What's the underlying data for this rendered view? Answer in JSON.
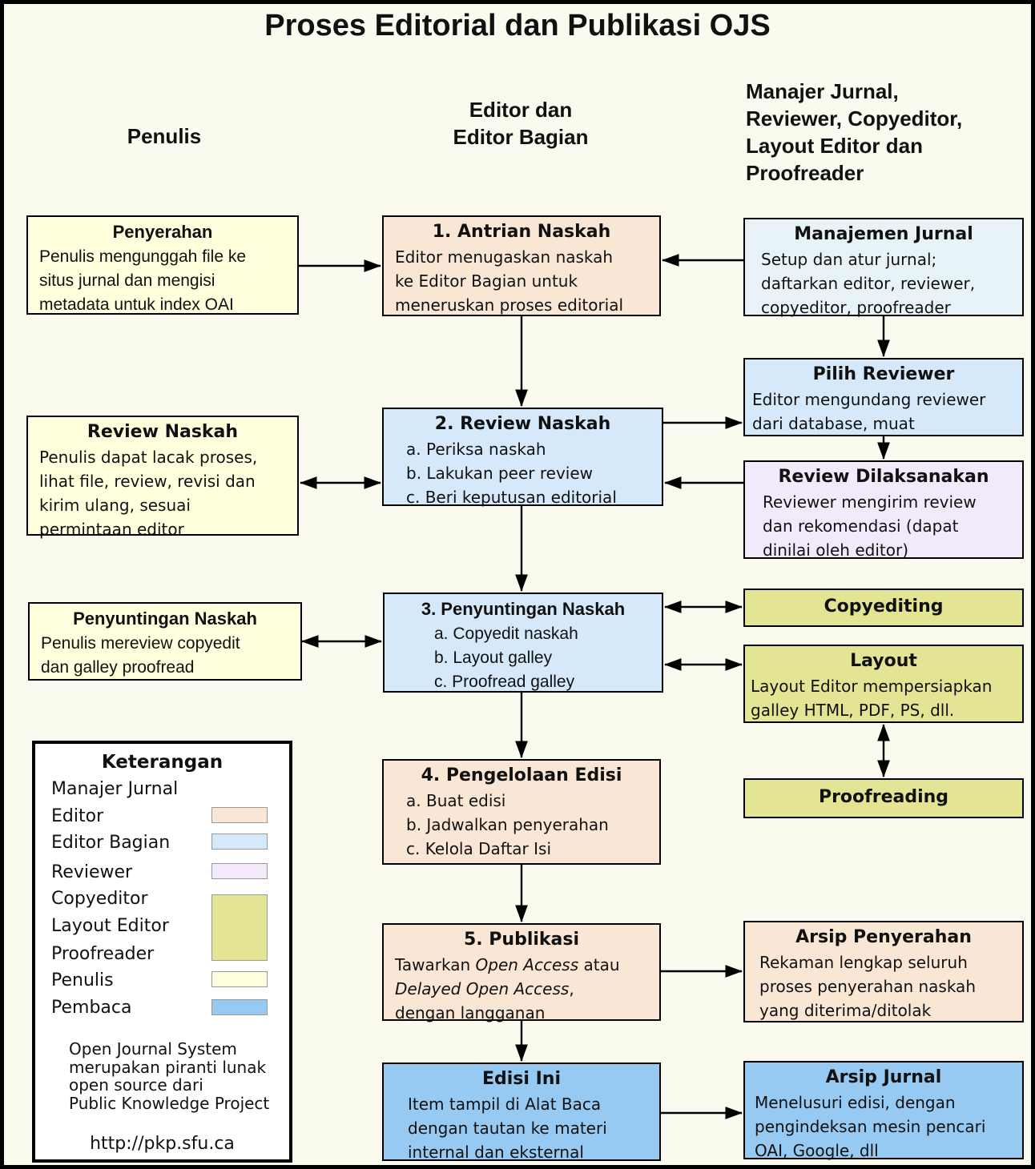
{
  "title": "Proses Editorial dan Publikasi OJS",
  "column_headers": {
    "penulis": "Penulis",
    "editor": "Editor dan\nEditor Bagian",
    "manajer": "Manajer Jurnal,\nReviewer, Copyeditor,\nLayout Editor dan\nProofreader"
  },
  "boxes": {
    "penyerahan": {
      "title": "Penyerahan",
      "body": "Penulis mengunggah file ke\nsitus jurnal dan mengisi\nmetadata untuk index OAI"
    },
    "review_naskah_penulis": {
      "title": "Review Naskah",
      "body": "Penulis dapat lacak proses,\nlihat file, review, revisi dan\nkirim ulang, sesuai\npermintaan editor"
    },
    "penyuntingan_naskah_penulis": {
      "title": "Penyuntingan Naskah",
      "body": "Penulis mereview copyedit\ndan galley proofread"
    },
    "antrian_naskah": {
      "title": "1. Antrian Naskah",
      "body": "Editor menugaskan naskah\nke Editor Bagian untuk\nmeneruskan proses editorial"
    },
    "review_naskah": {
      "title": "2. Review Naskah",
      "items": [
        "a. Periksa naskah",
        "b. Lakukan peer review",
        "c. Beri keputusan editorial"
      ]
    },
    "penyuntingan_naskah": {
      "title": "3. Penyuntingan Naskah",
      "items": [
        "a. Copyedit naskah",
        "b. Layout galley",
        "c. Proofread galley"
      ]
    },
    "pengelolaan_edisi": {
      "title": "4. Pengelolaan Edisi",
      "items": [
        "a. Buat edisi",
        "b. Jadwalkan penyerahan",
        "c. Kelola Daftar Isi"
      ]
    },
    "publikasi": {
      "title": "5. Publikasi",
      "body_parts": [
        {
          "text": "Tawarkan "
        },
        {
          "text": "Open Access",
          "italic": true
        },
        {
          "text": " atau\n"
        },
        {
          "text": "Delayed Open Access",
          "italic": true
        },
        {
          "text": ",\ndengan langganan"
        }
      ]
    },
    "edisi_ini": {
      "title": "Edisi Ini",
      "body": "Item tampil di Alat Baca\ndengan tautan ke materi\ninternal dan eksternal"
    },
    "manajemen_jurnal": {
      "title": "Manajemen Jurnal",
      "body": "Setup dan atur jurnal;\ndaftarkan editor, reviewer,\ncopyeditor, proofreader"
    },
    "pilih_reviewer": {
      "title": "Pilih Reviewer",
      "body": "Editor mengundang reviewer\ndari database, muat"
    },
    "review_dilaksanakan": {
      "title": "Review Dilaksanakan",
      "body": "Reviewer mengirim review\ndan rekomendasi (dapat\ndinilai oleh editor)"
    },
    "copyediting": {
      "title": "Copyediting"
    },
    "layout": {
      "title": "Layout",
      "body": "Layout Editor mempersiapkan\ngalley HTML, PDF, PS, dll."
    },
    "proofreading": {
      "title": "Proofreading"
    },
    "arsip_penyerahan": {
      "title": "Arsip Penyerahan",
      "body": "Rekaman lengkap seluruh\nproses penyerahan naskah\nyang diterima/ditolak"
    },
    "arsip_jurnal": {
      "title": "Arsip Jurnal",
      "body": "Menelusuri edisi, dengan\npengindeksan mesin pencari\nOAI, Google, dll"
    }
  },
  "legend": {
    "title": "Keterangan",
    "rows": [
      {
        "label": "Manajer Jurnal",
        "color": null
      },
      {
        "label": "Editor",
        "color": "#FAE6D5"
      },
      {
        "label": "Editor Bagian",
        "color": "#D6E9FA"
      },
      {
        "label": "Reviewer",
        "color": "#F2EAFA"
      },
      {
        "label": "Copyeditor",
        "color": null
      },
      {
        "label": "Layout Editor",
        "color": null
      },
      {
        "label": "Proofreader",
        "color": null
      },
      {
        "label": "Penulis",
        "color": "#FFFFDE"
      },
      {
        "label": "Pembaca",
        "color": "#97CAF2"
      }
    ],
    "group_swatch_color": "#E3E594",
    "footer": "Open Journal System\nmerupakan piranti lunak\nopen source dari\nPublic Knowledge Project",
    "url": "http://pkp.sfu.ca"
  },
  "colors": {
    "page_bg": "#FAFAEE",
    "editor": "#FAE6D5",
    "editor_bagian": "#D6E9FA",
    "manajer_jurnal": "#E8F3F8",
    "reviewer": "#F2EAFA",
    "copy_layout_proof": "#E3E594",
    "penulis": "#FFFFDE",
    "pembaca": "#97CAF2",
    "legend_bg": "#FFFFFF",
    "line": "#000000"
  }
}
